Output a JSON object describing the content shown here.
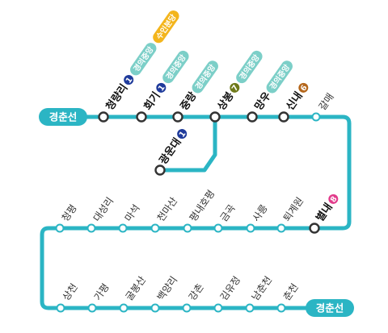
{
  "line_color": "#2bb5c4",
  "line_name_left": "경춘선",
  "line_name_right": "경춘선",
  "transfer_lines": {
    "1": {
      "label": "1",
      "color": "#1f3b9b"
    },
    "7": {
      "label": "7",
      "color": "#6f7a1a"
    },
    "6": {
      "label": "6",
      "color": "#b5671c"
    },
    "8": {
      "label": "8",
      "color": "#e23c8c"
    },
    "gyeongui": {
      "label": "경의중앙",
      "color": "#7ccfc8"
    },
    "suin": {
      "label": "수인분당",
      "color": "#f3b51c"
    }
  },
  "stations": [
    {
      "id": "cheongnyangni",
      "name": "청량리",
      "bold": true,
      "transfers": [
        "1",
        "gyeongui",
        "suin"
      ]
    },
    {
      "id": "hoegi",
      "name": "회기",
      "bold": true,
      "transfers": [
        "1",
        "gyeongui"
      ]
    },
    {
      "id": "jungnang",
      "name": "중랑",
      "bold": true,
      "transfers": [
        "gyeongui"
      ]
    },
    {
      "id": "sangbong",
      "name": "상봉",
      "bold": true,
      "transfers": [
        "7",
        "gyeongui"
      ]
    },
    {
      "id": "mangu",
      "name": "망우",
      "bold": true,
      "transfers": [
        "gyeongui"
      ]
    },
    {
      "id": "sinnae",
      "name": "신내",
      "bold": true,
      "transfers": [
        "6"
      ]
    },
    {
      "id": "galmae",
      "name": "갈매",
      "bold": false,
      "transfers": []
    },
    {
      "id": "gwangundae",
      "name": "광운대",
      "bold": true,
      "transfers": [
        "1"
      ]
    },
    {
      "id": "byeollae",
      "name": "별내",
      "bold": true,
      "transfers": [
        "8"
      ]
    },
    {
      "id": "toegyewon",
      "name": "퇴계원",
      "bold": false,
      "transfers": []
    },
    {
      "id": "sareung",
      "name": "사릉",
      "bold": false,
      "transfers": []
    },
    {
      "id": "geumgok",
      "name": "금곡",
      "bold": false,
      "transfers": []
    },
    {
      "id": "pyeongnae",
      "name": "평내호평",
      "bold": false,
      "transfers": []
    },
    {
      "id": "cheonmasan",
      "name": "천마산",
      "bold": false,
      "transfers": []
    },
    {
      "id": "maseok",
      "name": "마석",
      "bold": false,
      "transfers": []
    },
    {
      "id": "daeseongni",
      "name": "대성리",
      "bold": false,
      "transfers": []
    },
    {
      "id": "cheongpyeong",
      "name": "청평",
      "bold": false,
      "transfers": []
    },
    {
      "id": "sangcheon",
      "name": "상천",
      "bold": false,
      "transfers": []
    },
    {
      "id": "gapyeong",
      "name": "가평",
      "bold": false,
      "transfers": []
    },
    {
      "id": "gulbongsan",
      "name": "굴봉산",
      "bold": false,
      "transfers": []
    },
    {
      "id": "baegyangni",
      "name": "백양리",
      "bold": false,
      "transfers": []
    },
    {
      "id": "gangchon",
      "name": "강촌",
      "bold": false,
      "transfers": []
    },
    {
      "id": "gimyujeong",
      "name": "김유정",
      "bold": false,
      "transfers": []
    },
    {
      "id": "namchuncheon",
      "name": "남춘천",
      "bold": false,
      "transfers": []
    },
    {
      "id": "chuncheon",
      "name": "춘천",
      "bold": false,
      "transfers": []
    }
  ]
}
